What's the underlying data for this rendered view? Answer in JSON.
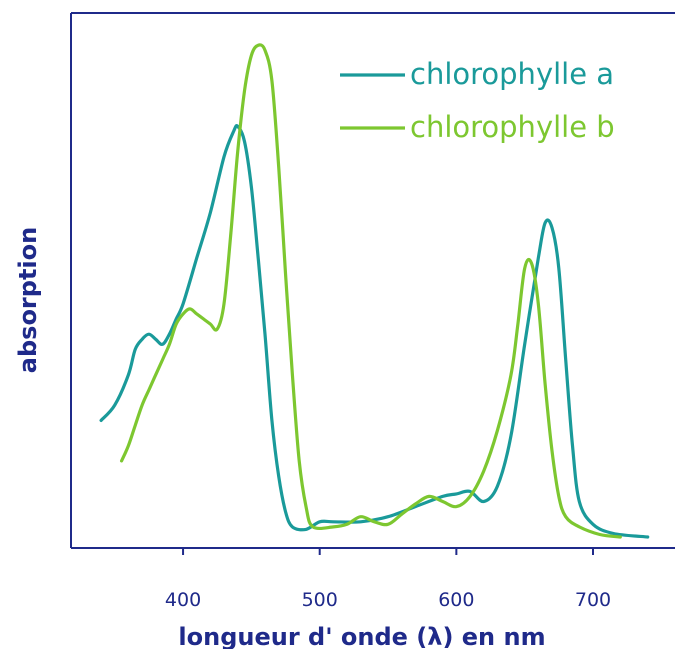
{
  "chart_data": {
    "type": "line",
    "xlabel": "longueur d' onde (λ) en nm",
    "ylabel": "absorption",
    "xlim": [
      318,
      760
    ],
    "ylim": [
      0,
      1.0
    ],
    "x_ticks": [
      400,
      500,
      600,
      700
    ],
    "grid": false,
    "legend_position": "top-right",
    "series": [
      {
        "name": "chlorophylle a",
        "color": "#1a9a9a",
        "points": [
          [
            340,
            0.23
          ],
          [
            350,
            0.26
          ],
          [
            360,
            0.32
          ],
          [
            365,
            0.37
          ],
          [
            370,
            0.39
          ],
          [
            375,
            0.4
          ],
          [
            380,
            0.39
          ],
          [
            385,
            0.38
          ],
          [
            390,
            0.4
          ],
          [
            395,
            0.43
          ],
          [
            400,
            0.46
          ],
          [
            410,
            0.55
          ],
          [
            420,
            0.64
          ],
          [
            430,
            0.75
          ],
          [
            437,
            0.8
          ],
          [
            440,
            0.81
          ],
          [
            445,
            0.78
          ],
          [
            450,
            0.69
          ],
          [
            455,
            0.55
          ],
          [
            460,
            0.4
          ],
          [
            465,
            0.23
          ],
          [
            470,
            0.12
          ],
          [
            475,
            0.05
          ],
          [
            480,
            0.02
          ],
          [
            490,
            0.015
          ],
          [
            500,
            0.03
          ],
          [
            510,
            0.03
          ],
          [
            530,
            0.03
          ],
          [
            550,
            0.04
          ],
          [
            570,
            0.06
          ],
          [
            590,
            0.08
          ],
          [
            600,
            0.085
          ],
          [
            610,
            0.09
          ],
          [
            620,
            0.07
          ],
          [
            630,
            0.1
          ],
          [
            640,
            0.2
          ],
          [
            650,
            0.38
          ],
          [
            660,
            0.55
          ],
          [
            665,
            0.62
          ],
          [
            670,
            0.61
          ],
          [
            675,
            0.53
          ],
          [
            680,
            0.35
          ],
          [
            685,
            0.18
          ],
          [
            690,
            0.07
          ],
          [
            700,
            0.025
          ],
          [
            715,
            0.007
          ],
          [
            740,
            0.0
          ]
        ]
      },
      {
        "name": "chlorophylle b",
        "color": "#7dc730",
        "points": [
          [
            355,
            0.15
          ],
          [
            360,
            0.18
          ],
          [
            365,
            0.22
          ],
          [
            370,
            0.26
          ],
          [
            375,
            0.29
          ],
          [
            380,
            0.32
          ],
          [
            385,
            0.35
          ],
          [
            390,
            0.38
          ],
          [
            395,
            0.42
          ],
          [
            400,
            0.44
          ],
          [
            405,
            0.45
          ],
          [
            410,
            0.44
          ],
          [
            415,
            0.43
          ],
          [
            420,
            0.42
          ],
          [
            425,
            0.41
          ],
          [
            430,
            0.46
          ],
          [
            435,
            0.6
          ],
          [
            440,
            0.76
          ],
          [
            445,
            0.88
          ],
          [
            450,
            0.95
          ],
          [
            455,
            0.97
          ],
          [
            460,
            0.96
          ],
          [
            465,
            0.9
          ],
          [
            470,
            0.73
          ],
          [
            475,
            0.52
          ],
          [
            480,
            0.32
          ],
          [
            485,
            0.15
          ],
          [
            490,
            0.06
          ],
          [
            495,
            0.02
          ],
          [
            510,
            0.02
          ],
          [
            520,
            0.025
          ],
          [
            530,
            0.04
          ],
          [
            540,
            0.03
          ],
          [
            550,
            0.025
          ],
          [
            560,
            0.045
          ],
          [
            570,
            0.065
          ],
          [
            580,
            0.08
          ],
          [
            590,
            0.07
          ],
          [
            600,
            0.06
          ],
          [
            610,
            0.08
          ],
          [
            620,
            0.13
          ],
          [
            630,
            0.21
          ],
          [
            640,
            0.32
          ],
          [
            645,
            0.42
          ],
          [
            650,
            0.53
          ],
          [
            655,
            0.54
          ],
          [
            660,
            0.46
          ],
          [
            665,
            0.3
          ],
          [
            670,
            0.17
          ],
          [
            675,
            0.08
          ],
          [
            680,
            0.04
          ],
          [
            690,
            0.02
          ],
          [
            705,
            0.005
          ],
          [
            720,
            0.0
          ]
        ]
      }
    ]
  }
}
